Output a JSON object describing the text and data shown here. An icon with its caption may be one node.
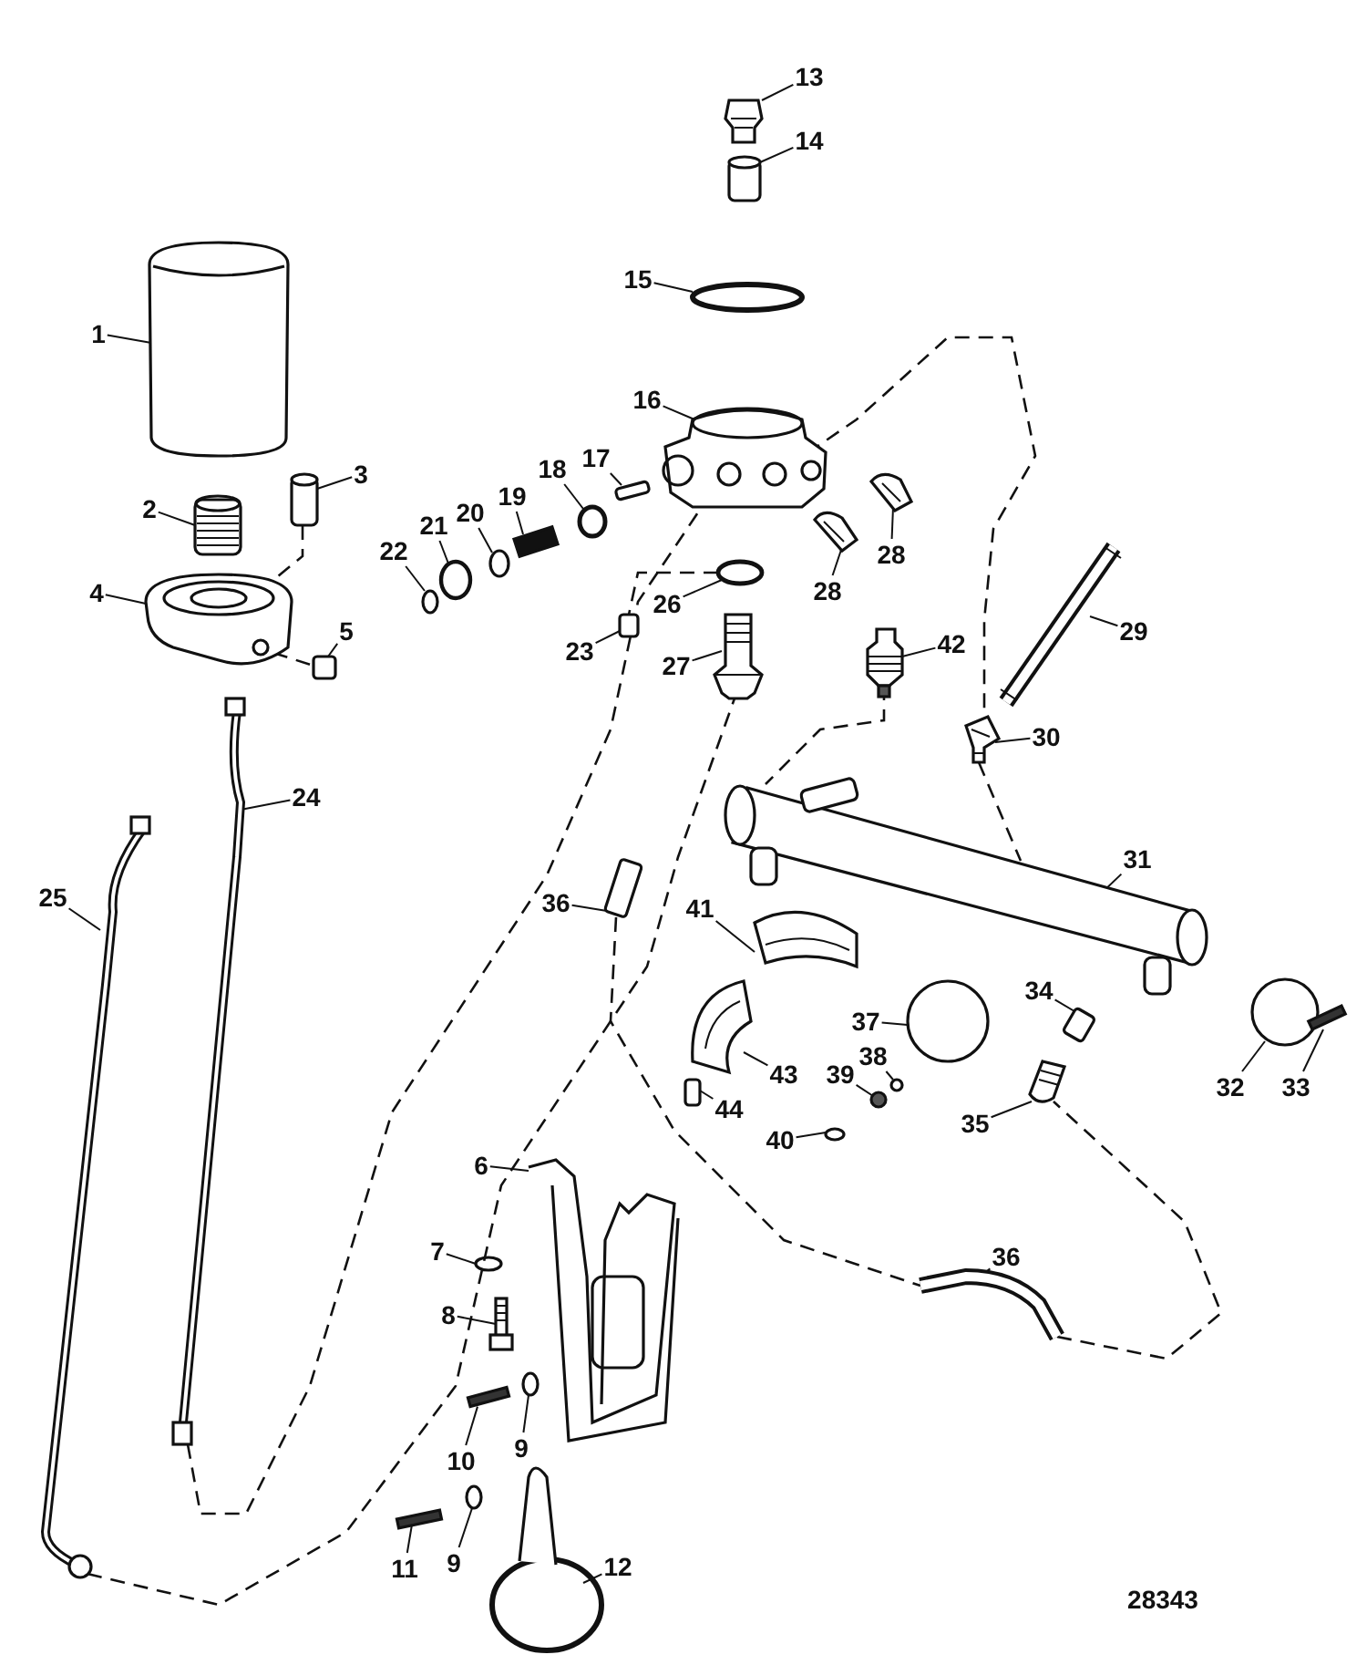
{
  "diagram": {
    "nodes": [
      {
        "text": [
          "13"
        ]
      },
      {
        "text": [
          "14"
        ]
      },
      {
        "text": [
          "15"
        ]
      },
      {
        "text": [
          "1"
        ]
      },
      {
        "text": [
          "16"
        ]
      },
      {
        "text": [
          "17"
        ]
      },
      {
        "text": [
          "18"
        ]
      },
      {
        "text": [
          "3"
        ]
      },
      {
        "text": [
          "19"
        ]
      },
      {
        "text": [
          "2"
        ]
      },
      {
        "text": [
          "20"
        ]
      },
      {
        "text": [
          "21"
        ]
      },
      {
        "text": [
          "22"
        ]
      },
      {
        "text": [
          "28"
        ]
      },
      {
        "text": [
          "28"
        ]
      },
      {
        "text": [
          "4"
        ]
      },
      {
        "text": [
          "26"
        ]
      },
      {
        "text": [
          "5"
        ]
      },
      {
        "text": [
          "29"
        ]
      },
      {
        "text": [
          "42"
        ]
      },
      {
        "text": [
          "23"
        ]
      },
      {
        "text": [
          "27"
        ]
      },
      {
        "text": [
          "30"
        ]
      },
      {
        "text": [
          "24"
        ]
      },
      {
        "text": [
          "31"
        ]
      },
      {
        "text": [
          "25"
        ]
      },
      {
        "text": [
          "36"
        ]
      },
      {
        "text": [
          "41"
        ]
      },
      {
        "text": [
          "34"
        ]
      },
      {
        "text": [
          "37"
        ]
      },
      {
        "text": [
          "32"
        ]
      },
      {
        "text": [
          "33"
        ]
      },
      {
        "text": [
          "38"
        ]
      },
      {
        "text": [
          "43"
        ]
      },
      {
        "text": [
          "39"
        ]
      },
      {
        "text": [
          "44"
        ]
      },
      {
        "text": [
          "35"
        ]
      },
      {
        "text": [
          "40"
        ]
      },
      {
        "text": [
          "6"
        ]
      },
      {
        "text": [
          "7"
        ]
      },
      {
        "text": [
          "36"
        ]
      },
      {
        "text": [
          "8"
        ]
      },
      {
        "text": [
          "9"
        ]
      },
      {
        "text": [
          "10"
        ]
      },
      {
        "text": [
          "11"
        ]
      },
      {
        "text": [
          "9"
        ]
      },
      {
        "text": [
          "12"
        ]
      },
      {
        "text": [],
        "shape": "picture"
      },
      {
        "text": [],
        "shape": "cylinder"
      },
      {
        "text": [],
        "shape": "circle"
      },
      {
        "text": [],
        "shape": "picture"
      },
      {
        "text": [],
        "shape": "picture"
      },
      {
        "text": [],
        "shape": "box"
      },
      {
        "text": [],
        "shape": "circle"
      },
      {
        "text": [],
        "shape": "cylinder"
      },
      {
        "text": [],
        "shape": "bar"
      },
      {
        "text": [],
        "shape": "picture"
      },
      {
        "text": [],
        "shape": "circle"
      },
      {
        "text": [],
        "shape": "circle"
      },
      {
        "text": [],
        "shape": "circle"
      },
      {
        "text": [],
        "shape": "picture"
      },
      {
        "text": [],
        "shape": "picture"
      },
      {
        "text": [],
        "shape": "picture"
      },
      {
        "text": [],
        "shape": "circle"
      },
      {
        "text": [],
        "shape": "box"
      },
      {
        "text": [],
        "shape": "picture"
      },
      {
        "text": [],
        "shape": "picture"
      },
      {
        "text": [],
        "shape": "box"
      },
      {
        "text": [],
        "shape": "picture"
      },
      {
        "text": [],
        "shape": "picture"
      },
      {
        "text": [],
        "shape": "picture"
      },
      {
        "text": [],
        "shape": "picture"
      },
      {
        "text": [],
        "shape": "picture"
      },
      {
        "text": [],
        "shape": "box"
      },
      {
        "text": [],
        "shape": "picture"
      },
      {
        "text": [],
        "shape": "box"
      },
      {
        "text": [],
        "shape": "circle"
      },
      {
        "text": [],
        "shape": "circle"
      },
      {
        "text": [],
        "shape": "bar"
      },
      {
        "text": [],
        "shape": "circle"
      },
      {
        "text": [],
        "shape": "picture"
      },
      {
        "text": [],
        "shape": "circle"
      },
      {
        "text": [],
        "shape": "box"
      },
      {
        "text": [],
        "shape": "picture"
      },
      {
        "text": [],
        "shape": "circle"
      },
      {
        "text": [],
        "shape": "picture"
      },
      {
        "text": [],
        "shape": "circle"
      },
      {
        "text": [],
        "shape": "picture"
      },
      {
        "text": [],
        "shape": "picture"
      },
      {
        "text": [],
        "shape": "circle"
      },
      {
        "text": [],
        "shape": "bar"
      },
      {
        "text": [],
        "shape": "bar"
      },
      {
        "text": [],
        "shape": "circle"
      },
      {
        "text": [],
        "shape": "picture"
      }
    ],
    "edges": [
      {
        "from": 0,
        "to": 47,
        "arrow": "none"
      },
      {
        "from": 1,
        "to": 48,
        "arrow": "none"
      },
      {
        "from": 2,
        "to": 49,
        "arrow": "none"
      },
      {
        "from": 3,
        "to": 50,
        "arrow": "none"
      },
      {
        "from": 4,
        "to": 51,
        "arrow": "none"
      },
      {
        "from": 5,
        "to": 52,
        "arrow": "none"
      },
      {
        "from": 6,
        "to": 53,
        "arrow": "none"
      },
      {
        "from": 7,
        "to": 54,
        "arrow": "none"
      },
      {
        "from": 8,
        "to": 55,
        "arrow": "none"
      },
      {
        "from": 9,
        "to": 56,
        "arrow": "none"
      },
      {
        "from": 10,
        "to": 57,
        "arrow": "none"
      },
      {
        "from": 11,
        "to": 58,
        "arrow": "none"
      },
      {
        "from": 12,
        "to": 59,
        "arrow": "none"
      },
      {
        "from": 13,
        "to": 60,
        "arrow": "none"
      },
      {
        "from": 14,
        "to": 61,
        "arrow": "none"
      },
      {
        "from": 15,
        "to": 62,
        "arrow": "none"
      },
      {
        "from": 16,
        "to": 63,
        "arrow": "none"
      },
      {
        "from": 17,
        "to": 64,
        "arrow": "none"
      },
      {
        "from": 18,
        "to": 65,
        "arrow": "none"
      },
      {
        "from": 19,
        "to": 66,
        "arrow": "none"
      },
      {
        "from": 20,
        "to": 67,
        "arrow": "none"
      },
      {
        "from": 21,
        "to": 68,
        "arrow": "none"
      },
      {
        "from": 22,
        "to": 69,
        "arrow": "none"
      },
      {
        "from": 23,
        "to": 70,
        "arrow": "none"
      },
      {
        "from": 24,
        "to": 71,
        "arrow": "none"
      },
      {
        "from": 25,
        "to": 72,
        "arrow": "none"
      },
      {
        "from": 26,
        "to": 73,
        "arrow": "none"
      },
      {
        "from": 27,
        "to": 74,
        "arrow": "none"
      },
      {
        "from": 28,
        "to": 75,
        "arrow": "none"
      },
      {
        "from": 29,
        "to": 76,
        "arrow": "none"
      },
      {
        "from": 30,
        "to": 77,
        "arrow": "none"
      },
      {
        "from": 31,
        "to": 78,
        "arrow": "none"
      },
      {
        "from": 32,
        "to": 79,
        "arrow": "none"
      },
      {
        "from": 33,
        "to": 80,
        "arrow": "none"
      },
      {
        "from": 34,
        "to": 81,
        "arrow": "none"
      },
      {
        "from": 35,
        "to": 82,
        "arrow": "none"
      },
      {
        "from": 36,
        "to": 83,
        "arrow": "none"
      },
      {
        "from": 37,
        "to": 84,
        "arrow": "none"
      },
      {
        "from": 38,
        "to": 85,
        "arrow": "none"
      },
      {
        "from": 39,
        "to": 86,
        "arrow": "none"
      },
      {
        "from": 40,
        "to": 87,
        "arrow": "none"
      },
      {
        "from": 41,
        "to": 88,
        "arrow": "none"
      },
      {
        "from": 42,
        "to": 89,
        "arrow": "none"
      },
      {
        "from": 43,
        "to": 90,
        "arrow": "none"
      },
      {
        "from": 44,
        "to": 91,
        "arrow": "none"
      },
      {
        "from": 45,
        "to": 92,
        "arrow": "none"
      },
      {
        "from": 46,
        "to": 93,
        "arrow": "none"
      },
      {
        "from": 72,
        "to": 68,
        "arrow": "none",
        "style": "dashed"
      },
      {
        "from": 70,
        "to": 51,
        "arrow": "none",
        "style": "dashed"
      },
      {
        "from": 51,
        "to": 69,
        "arrow": "none",
        "style": "dashed"
      },
      {
        "from": 73,
        "to": 87,
        "arrow": "none",
        "style": "dashed"
      },
      {
        "from": 87,
        "to": 83,
        "arrow": "none",
        "style": "dashed"
      },
      {
        "from": 63,
        "to": 67,
        "arrow": "none",
        "style": "dashed"
      },
      {
        "from": 66,
        "to": 71,
        "arrow": "none",
        "style": "dashed"
      },
      {
        "from": 69,
        "to": 71,
        "arrow": "none",
        "style": "dashed"
      },
      {
        "from": 62,
        "to": 64,
        "arrow": "none",
        "style": "dashed"
      },
      {
        "from": 54,
        "to": 62,
        "arrow": "none",
        "style": "dashed"
      }
    ],
    "labels": [
      "28343"
    ]
  }
}
